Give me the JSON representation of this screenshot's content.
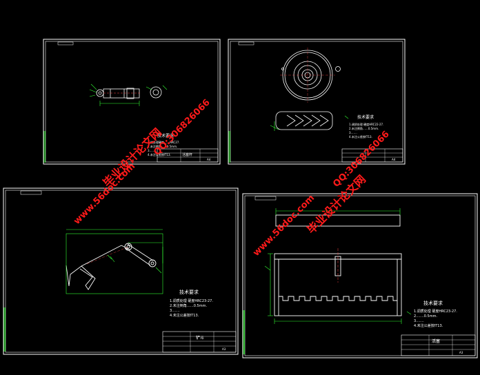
{
  "sheets": [
    {
      "id": "sheet-1",
      "tech_title": "技术要求",
      "notes": [
        "1.热处理硬度……HRC27.",
        "2.未注倒角……0.5mm.",
        "3.……",
        "4.未注公差按IT13."
      ],
      "title_block": {
        "name": "活塞杆",
        "code": "A4"
      }
    },
    {
      "id": "sheet-2",
      "tech_title": "技术要求",
      "notes": [
        "1.调质处理 硬度HRC22-27.",
        "2.未注倒角……0.5mm.",
        "3.……",
        "4.未注公差按IT13."
      ],
      "title_block": {
        "name": "",
        "code": "A4"
      }
    },
    {
      "id": "sheet-3",
      "tech_title": "技术要求",
      "notes": [
        "1.调质处理 硬度HRC23-27.",
        "2.未注倒角……0.5mm.",
        "3.……",
        "4.未注公差按IT13."
      ],
      "title_block": {
        "name": "铲斗",
        "code": "A3"
      }
    },
    {
      "id": "sheet-4",
      "tech_title": "技术要求",
      "notes": [
        "1.调质处理 硬度HRC23-27.",
        "2.……0.5mm.",
        "3.……",
        "4.未注公差按IT13."
      ],
      "title_block": {
        "name": "活塞",
        "code": "A3"
      }
    }
  ],
  "watermarks": {
    "site_a": "www.56doc.com",
    "brand_a": "毕业设计论文网",
    "qq_a": "QQ:306826066",
    "site_b": "www.56doc.com",
    "brand_b": "毕业设计论文网",
    "qq_b": "QQ:306826066"
  },
  "colors": {
    "background": "#000000",
    "border": "#ffffff",
    "geometry": "#ffffff",
    "dimension": "#33ff33",
    "watermark": "#ff1a1a"
  }
}
